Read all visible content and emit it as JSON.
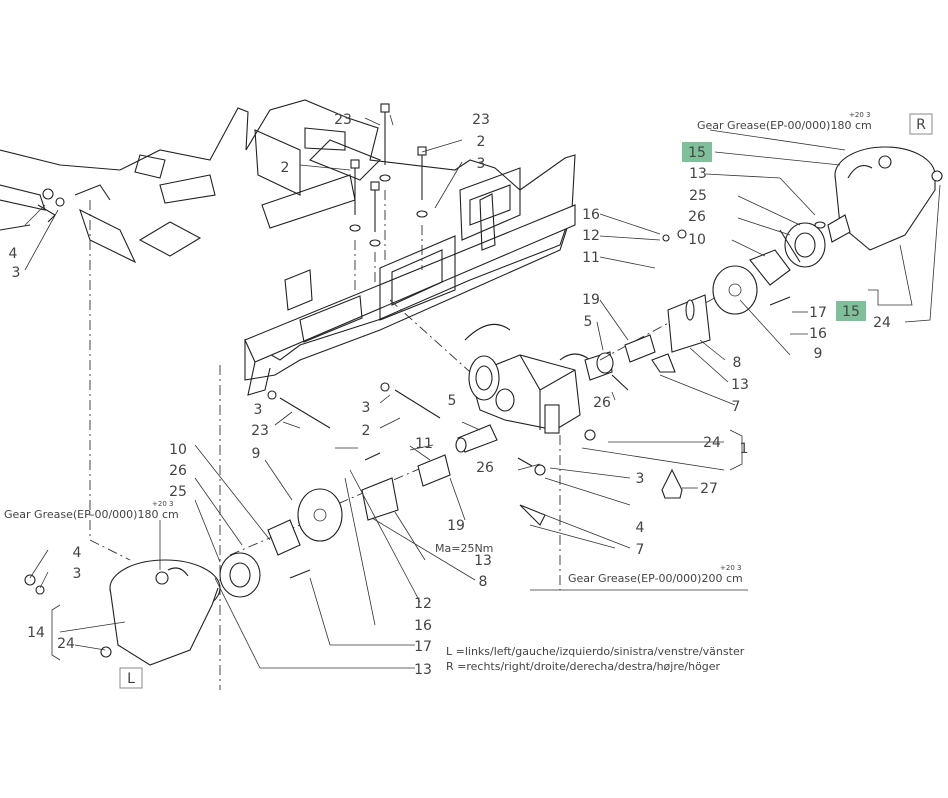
{
  "diagram": {
    "corner_labels": {
      "right": "R",
      "left": "L"
    },
    "grease_notes": {
      "right_gearbox": {
        "text": "Gear Grease(EP-00/000)180  cm",
        "sup": "+20   3"
      },
      "left_gearbox": {
        "text": "Gear Grease(EP-00/000)180  cm",
        "sup": "+20   3"
      },
      "center_gearbox": {
        "text": "Gear Grease(EP-00/000)200  cm",
        "sup": "+20   3"
      }
    },
    "torque_note": "Ma=25Nm",
    "legend": {
      "l": "L  =links/left/gauche/izquierdo/sinistra/venstre/vänster",
      "r": "R =rechts/right/droite/derecha/destra/højre/höger"
    },
    "callouts": [
      {
        "id": "c1",
        "text": "23"
      },
      {
        "id": "c2",
        "text": "23"
      },
      {
        "id": "c3",
        "text": "2"
      },
      {
        "id": "c4",
        "text": "2"
      },
      {
        "id": "c5",
        "text": "3"
      },
      {
        "id": "c6",
        "text": "4"
      },
      {
        "id": "c7",
        "text": "3"
      },
      {
        "id": "c8",
        "text": "15",
        "highlight": true
      },
      {
        "id": "c9",
        "text": "13"
      },
      {
        "id": "c10",
        "text": "25"
      },
      {
        "id": "c11",
        "text": "26"
      },
      {
        "id": "c12",
        "text": "10"
      },
      {
        "id": "c13",
        "text": "17"
      },
      {
        "id": "c14",
        "text": "16"
      },
      {
        "id": "c15",
        "text": "9"
      },
      {
        "id": "c16",
        "text": "15",
        "highlight": true
      },
      {
        "id": "c17",
        "text": "24"
      },
      {
        "id": "c18",
        "text": "16"
      },
      {
        "id": "c19",
        "text": "12"
      },
      {
        "id": "c20",
        "text": "11"
      },
      {
        "id": "c21",
        "text": "19"
      },
      {
        "id": "c22",
        "text": "5"
      },
      {
        "id": "c23",
        "text": "8"
      },
      {
        "id": "c24",
        "text": "13"
      },
      {
        "id": "c25",
        "text": "26"
      },
      {
        "id": "c26",
        "text": "7"
      },
      {
        "id": "c27",
        "text": "3"
      },
      {
        "id": "c28",
        "text": "23"
      },
      {
        "id": "c29",
        "text": "3"
      },
      {
        "id": "c30",
        "text": "2"
      },
      {
        "id": "c31",
        "text": "5"
      },
      {
        "id": "c32",
        "text": "24"
      },
      {
        "id": "c33",
        "text": "1"
      },
      {
        "id": "c34",
        "text": "26"
      },
      {
        "id": "c35",
        "text": "27"
      },
      {
        "id": "c36",
        "text": "3"
      },
      {
        "id": "c37",
        "text": "4"
      },
      {
        "id": "c38",
        "text": "7"
      },
      {
        "id": "c39",
        "text": "10"
      },
      {
        "id": "c40",
        "text": "9"
      },
      {
        "id": "c41",
        "text": "11"
      },
      {
        "id": "c42",
        "text": "26"
      },
      {
        "id": "c43",
        "text": "25"
      },
      {
        "id": "c44",
        "text": "19"
      },
      {
        "id": "c45",
        "text": "13"
      },
      {
        "id": "c46",
        "text": "8"
      },
      {
        "id": "c47",
        "text": "12"
      },
      {
        "id": "c48",
        "text": "16"
      },
      {
        "id": "c49",
        "text": "17"
      },
      {
        "id": "c50",
        "text": "13"
      },
      {
        "id": "c51",
        "text": "4"
      },
      {
        "id": "c52",
        "text": "3"
      },
      {
        "id": "c53",
        "text": "14"
      },
      {
        "id": "c54",
        "text": "24"
      }
    ]
  }
}
